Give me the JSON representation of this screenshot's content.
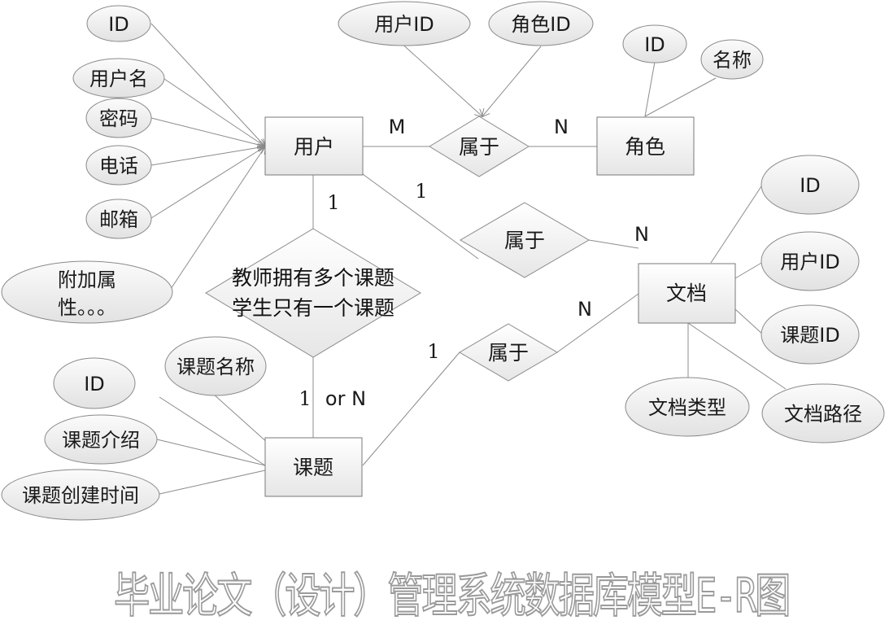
{
  "title": "毕业论文（设计）管理系统数据库模型E-R图",
  "entities": {
    "user": "用户",
    "role": "角色",
    "document": "文档",
    "topic": "课题"
  },
  "relationships": {
    "user_role": "属于",
    "user_document": "属于",
    "topic_document": "属于"
  },
  "relationship_note": [
    "教师拥有多个课题",
    "学生只有一个课题"
  ],
  "user_attributes": [
    "ID",
    "用户名",
    "密码",
    "电话",
    "邮箱",
    "附加属",
    "性。。。"
  ],
  "user_role_attributes": [
    "用户ID",
    "角色ID"
  ],
  "role_attributes": [
    "ID",
    "名称"
  ],
  "document_attributes": [
    "ID",
    "用户ID",
    "课题ID",
    "文档类型",
    "文档路径"
  ],
  "topic_attributes": [
    "ID",
    "课题名称",
    "课题介绍",
    "课题创建时间"
  ],
  "cardinalities": {
    "user_role_m": "M",
    "user_role_n": "N",
    "user_doc_1": "1",
    "user_doc_n": "N",
    "user_topic_1": "1",
    "user_topic_many": "1",
    "user_topic_or": "or N",
    "topic_doc_1": "1",
    "topic_doc_n": "N"
  }
}
